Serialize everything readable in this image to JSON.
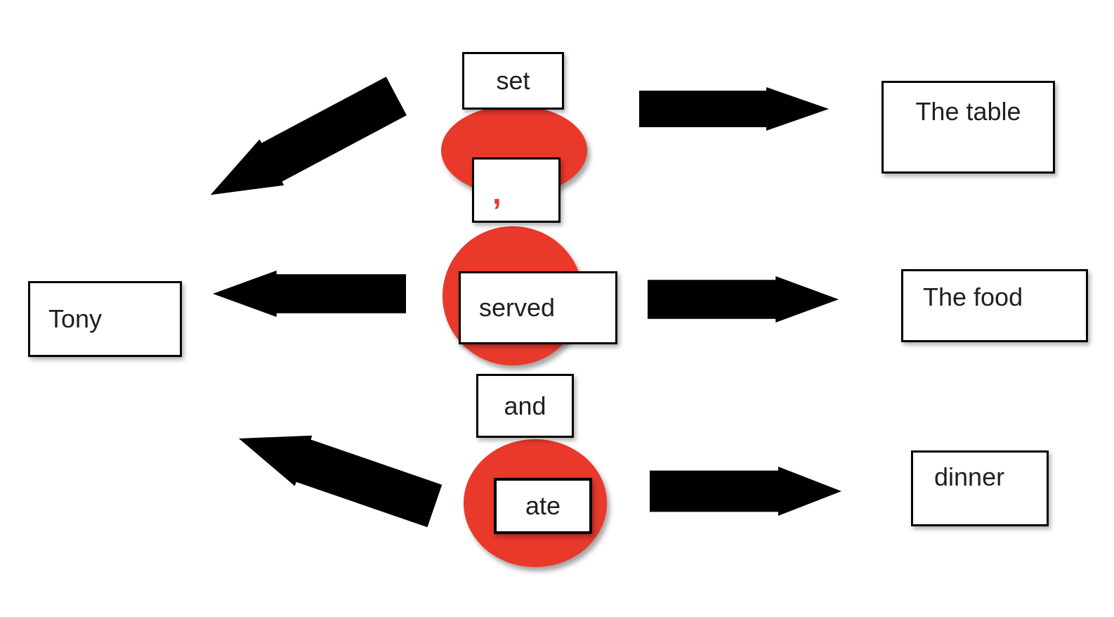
{
  "colors": {
    "background": "#ffffff",
    "circle_fill": "#e8392b",
    "arrow_fill": "#000000",
    "box_border": "#000000",
    "label_text": "#1f1f1f",
    "comma_text": "#e8392b"
  },
  "diagram": {
    "subject": {
      "label": "Tony"
    },
    "verbs": [
      {
        "label": "set"
      },
      {
        "label": "served"
      },
      {
        "label": "ate"
      }
    ],
    "connectors": [
      {
        "label": ","
      },
      {
        "label": "and"
      }
    ],
    "objects": [
      {
        "label": "The table"
      },
      {
        "label": "The food"
      },
      {
        "label": "dinner"
      }
    ]
  }
}
